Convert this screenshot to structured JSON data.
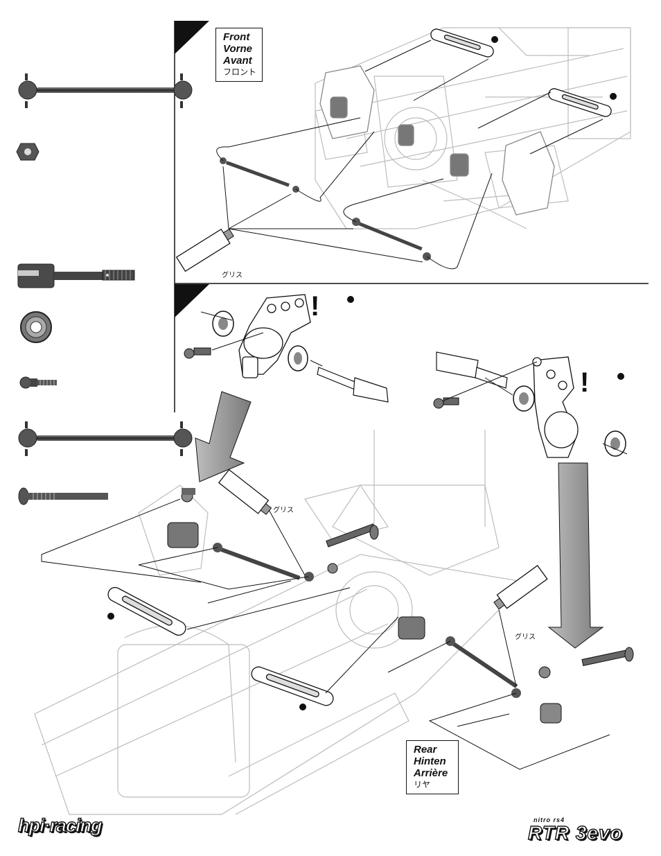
{
  "front_label": {
    "en": "Front",
    "de": "Vorne",
    "fr": "Avant",
    "jp": "フロント"
  },
  "rear_label": {
    "en": "Rear",
    "de": "Hinten",
    "fr": "Arrière",
    "jp": "リヤ"
  },
  "grease_label": "グリス",
  "warning_mark": "!",
  "logo_left": "hpi·racing",
  "logo_right": {
    "sub": "nitro rs4",
    "main": "RTR 3evo"
  },
  "colors": {
    "ink": "#111111",
    "part_fill": "#5a5a5a",
    "arrow_fill": "#9a9a9a",
    "chassis_line": "#bcbcbc"
  },
  "icons": [
    "drive-shaft-icon",
    "nut-icon",
    "axle-cup-icon",
    "bearing-icon",
    "ball-screw-icon",
    "long-screw-icon",
    "grease-tube-icon",
    "warning-icon"
  ]
}
